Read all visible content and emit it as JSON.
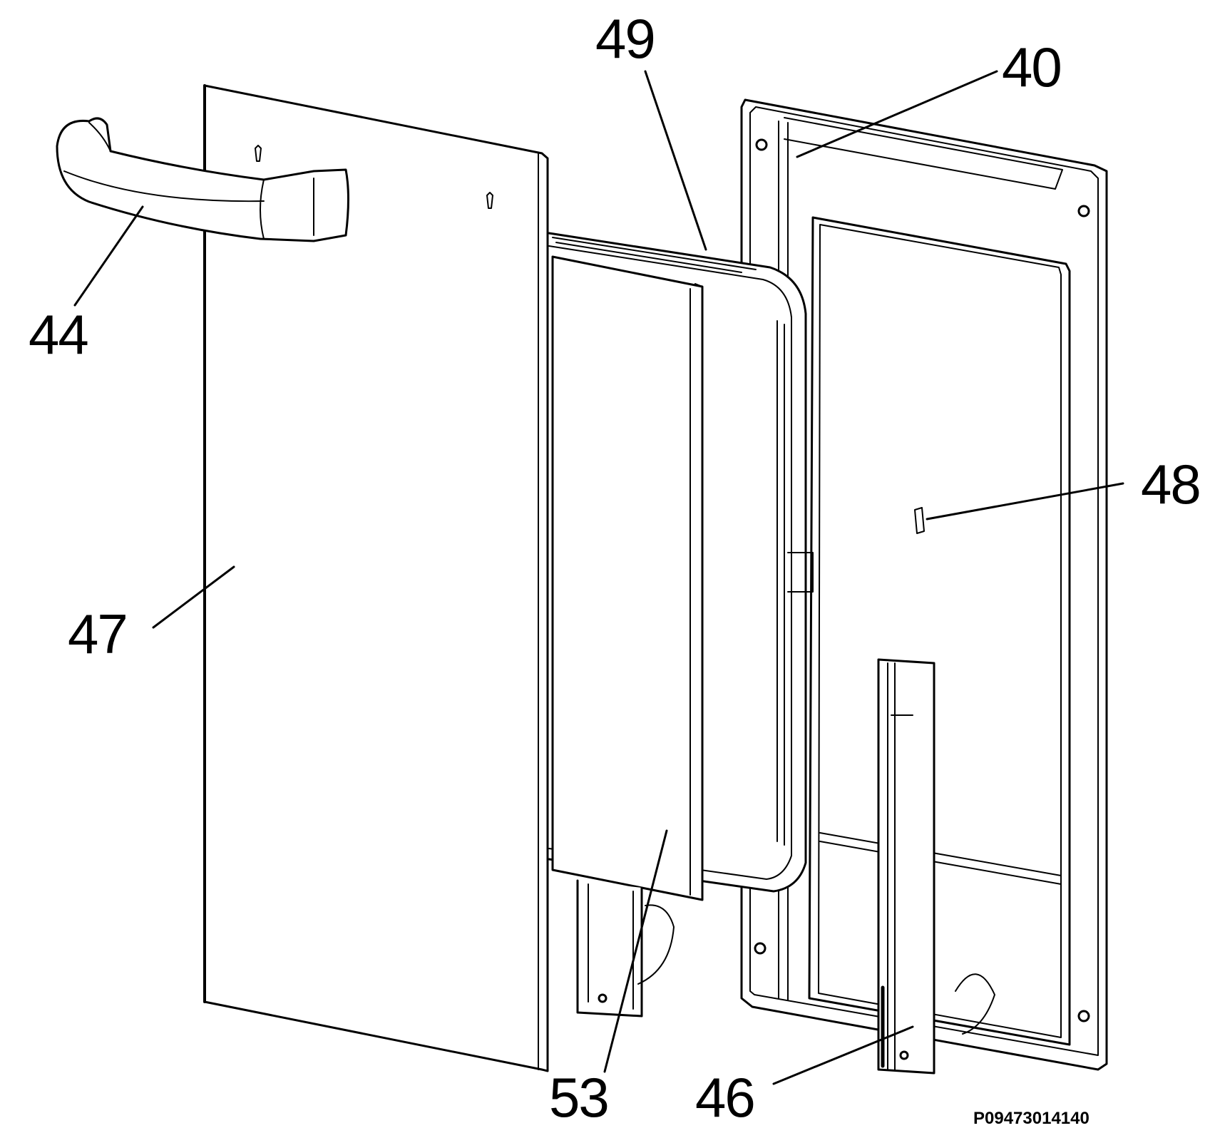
{
  "callouts": {
    "c44": "44",
    "c47": "47",
    "c49": "49",
    "c40": "40",
    "c48": "48",
    "c53": "53",
    "c46": "46"
  },
  "document_id": "P09473014140",
  "colors": {
    "line": "#000000",
    "fill": "#ffffff",
    "shade": "#e6e6e6"
  }
}
